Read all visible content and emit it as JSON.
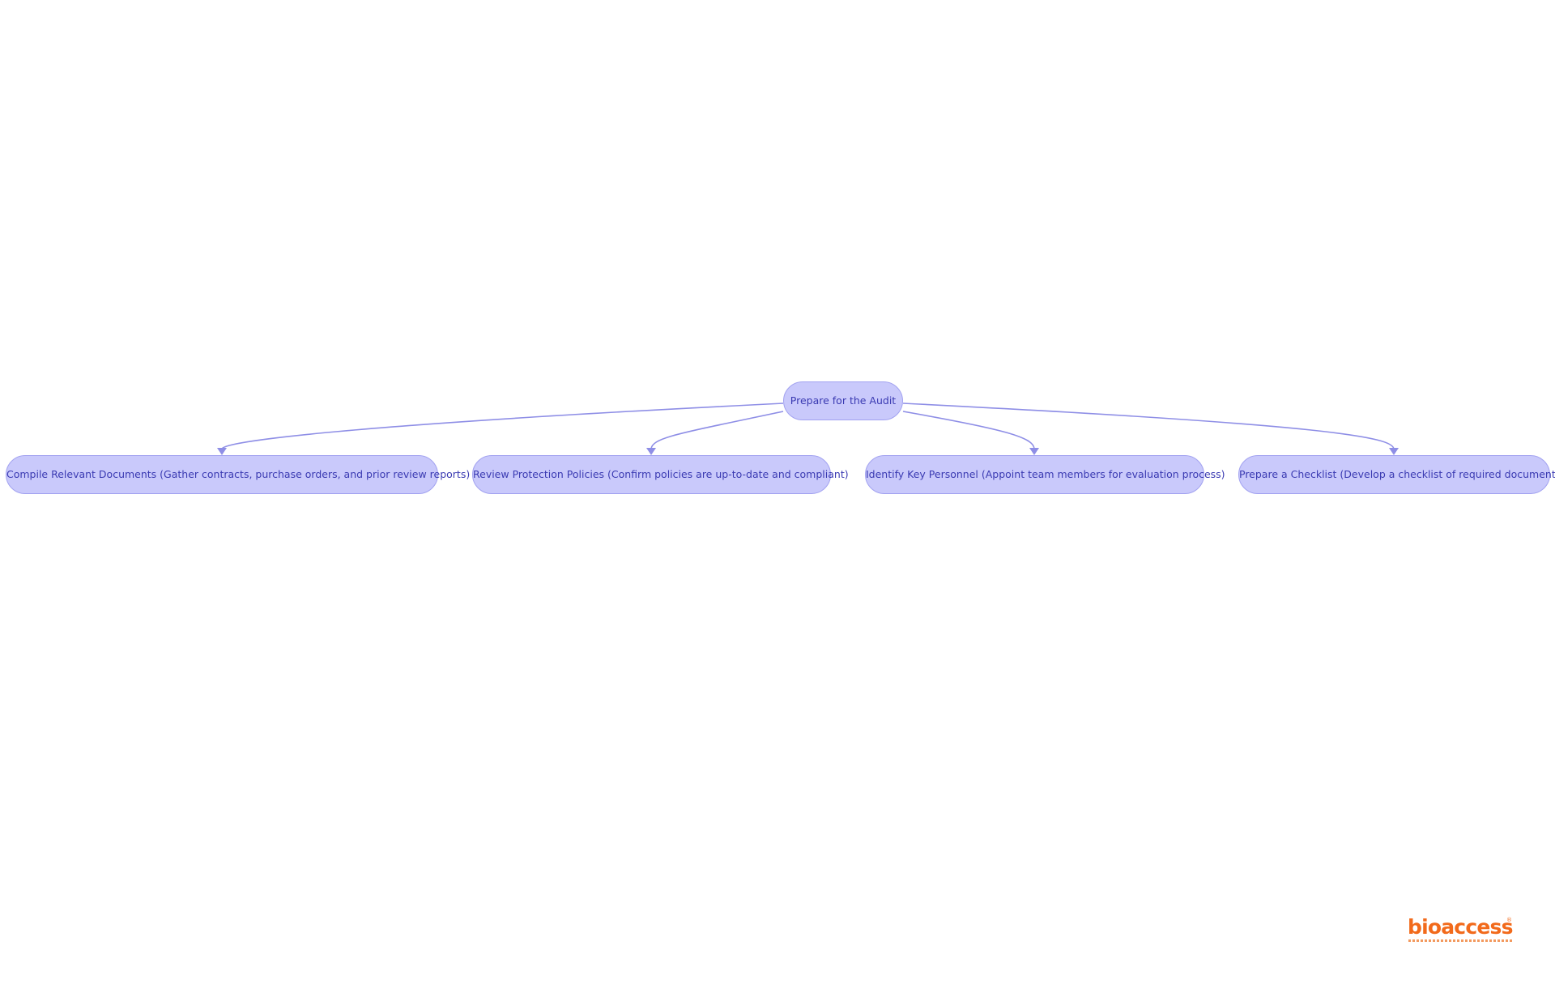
{
  "diagram": {
    "root": {
      "label": "Prepare for the Audit"
    },
    "children": [
      {
        "label": "Compile Relevant Documents (Gather contracts, purchase orders, and prior review reports)"
      },
      {
        "label": "Review Protection Policies (Confirm policies are up-to-date and compliant)"
      },
      {
        "label": "Identify Key Personnel (Appoint team members for evaluation process)"
      },
      {
        "label": "Prepare a Checklist (Develop a checklist of required documents)"
      }
    ]
  },
  "logo": {
    "wordmark": "bioaccess",
    "mark": "®",
    "color": "#f26a1b"
  },
  "colors": {
    "node_fill": "#c9c9fb",
    "node_border": "#a2a2f0",
    "node_text": "#3a3ab2",
    "edge": "#8e8ee6"
  }
}
